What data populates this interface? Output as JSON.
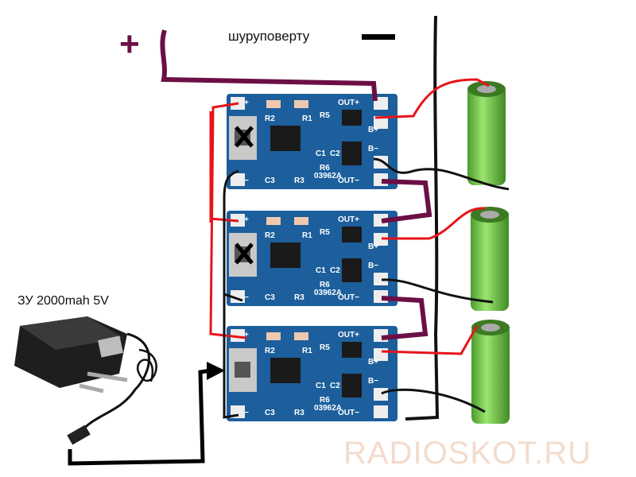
{
  "labels": {
    "drill": "шуруповерту",
    "plus_sign": "+",
    "minus_sign": "—",
    "charger": "ЗУ 2000mah 5V",
    "watermark": "RADIOSKOT.RU"
  },
  "board": {
    "pads": [
      "+",
      "−",
      "OUT+",
      "B+",
      "B−",
      "OUT−"
    ],
    "components": [
      "R2",
      "R1",
      "R5",
      "C1",
      "C2",
      "R6",
      "C3",
      "R3",
      "03962A"
    ]
  },
  "boards": [
    {
      "usb_crossed": true
    },
    {
      "usb_crossed": true
    },
    {
      "usb_crossed": false
    }
  ],
  "battery_count": 3,
  "colors": {
    "pcb": "#1c5f9c",
    "output_wire": "#6b0f45",
    "positive_wire": "#e8141a",
    "negative_wire": "#111111",
    "battery": "#7fd35a"
  }
}
